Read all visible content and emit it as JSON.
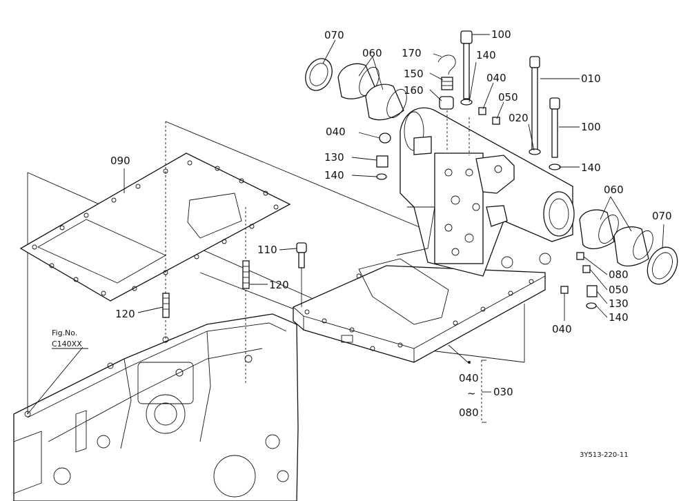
{
  "figure_ref": {
    "line1": "Fig.No.",
    "line2": "C140XX"
  },
  "drawing_code": "3Y513-220-11",
  "callouts": [
    {
      "id": "c-070-left",
      "text": "070"
    },
    {
      "id": "c-060-left",
      "text": "060"
    },
    {
      "id": "c-170",
      "text": "170"
    },
    {
      "id": "c-150",
      "text": "150"
    },
    {
      "id": "c-160",
      "text": "160"
    },
    {
      "id": "c-100-top",
      "text": "100"
    },
    {
      "id": "c-140-top",
      "text": "140"
    },
    {
      "id": "c-040-top",
      "text": "040"
    },
    {
      "id": "c-050-top",
      "text": "050"
    },
    {
      "id": "c-010",
      "text": "010"
    },
    {
      "id": "c-020",
      "text": "020"
    },
    {
      "id": "c-100-right",
      "text": "100"
    },
    {
      "id": "c-040-mid",
      "text": "040"
    },
    {
      "id": "c-130-left",
      "text": "130"
    },
    {
      "id": "c-140-left",
      "text": "140"
    },
    {
      "id": "c-140-right",
      "text": "140"
    },
    {
      "id": "c-090",
      "text": "090"
    },
    {
      "id": "c-060-right",
      "text": "060"
    },
    {
      "id": "c-070-right",
      "text": "070"
    },
    {
      "id": "c-110",
      "text": "110"
    },
    {
      "id": "c-120-right",
      "text": "120"
    },
    {
      "id": "c-120-left",
      "text": "120"
    },
    {
      "id": "c-080",
      "text": "080"
    },
    {
      "id": "c-050-right",
      "text": "050"
    },
    {
      "id": "c-130-right",
      "text": "130"
    },
    {
      "id": "c-140-bottom",
      "text": "140"
    },
    {
      "id": "c-040-bottom",
      "text": "040"
    },
    {
      "id": "c-040-range",
      "text": "040"
    },
    {
      "id": "c-tilde",
      "text": "~"
    },
    {
      "id": "c-080-range",
      "text": "080"
    },
    {
      "id": "c-030",
      "text": "030"
    }
  ]
}
